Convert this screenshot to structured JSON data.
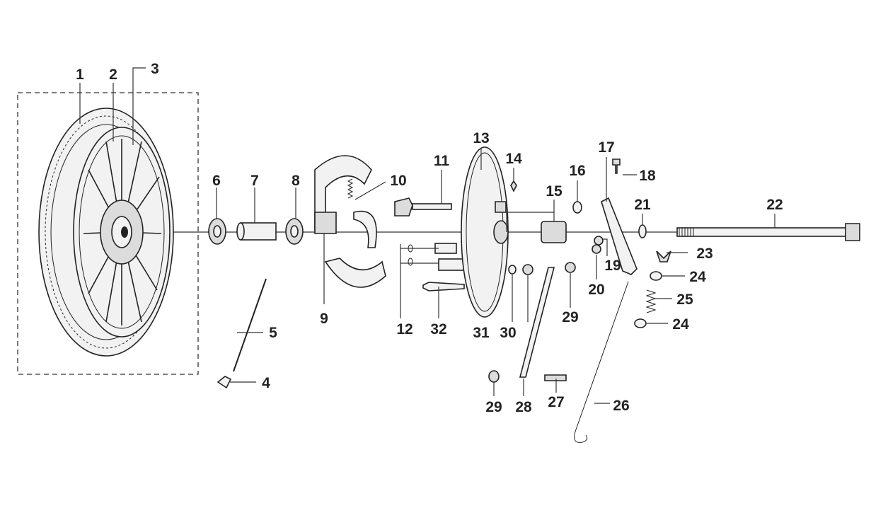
{
  "callouts": [
    {
      "id": "1",
      "text": "1"
    },
    {
      "id": "2",
      "text": "2"
    },
    {
      "id": "3",
      "text": "3"
    },
    {
      "id": "4",
      "text": "4"
    },
    {
      "id": "5",
      "text": "5"
    },
    {
      "id": "6",
      "text": "6"
    },
    {
      "id": "7",
      "text": "7"
    },
    {
      "id": "8",
      "text": "8"
    },
    {
      "id": "9",
      "text": "9"
    },
    {
      "id": "10",
      "text": "10"
    },
    {
      "id": "11",
      "text": "11"
    },
    {
      "id": "12",
      "text": "12"
    },
    {
      "id": "13",
      "text": "13"
    },
    {
      "id": "14",
      "text": "14"
    },
    {
      "id": "15",
      "text": "15"
    },
    {
      "id": "16",
      "text": "16"
    },
    {
      "id": "17",
      "text": "17"
    },
    {
      "id": "18",
      "text": "18"
    },
    {
      "id": "19",
      "text": "19"
    },
    {
      "id": "20",
      "text": "20"
    },
    {
      "id": "21",
      "text": "21"
    },
    {
      "id": "22",
      "text": "22"
    },
    {
      "id": "23",
      "text": "23"
    },
    {
      "id": "24a",
      "text": "24"
    },
    {
      "id": "24b",
      "text": "24"
    },
    {
      "id": "25",
      "text": "25"
    },
    {
      "id": "26",
      "text": "26"
    },
    {
      "id": "27",
      "text": "27"
    },
    {
      "id": "28",
      "text": "28"
    },
    {
      "id": "29a",
      "text": "29"
    },
    {
      "id": "29b",
      "text": "29"
    },
    {
      "id": "30",
      "text": "30"
    },
    {
      "id": "31",
      "text": "31"
    },
    {
      "id": "32",
      "text": "32"
    }
  ],
  "colors": {
    "line": "#333333",
    "text": "#222222",
    "background": "#ffffff"
  }
}
